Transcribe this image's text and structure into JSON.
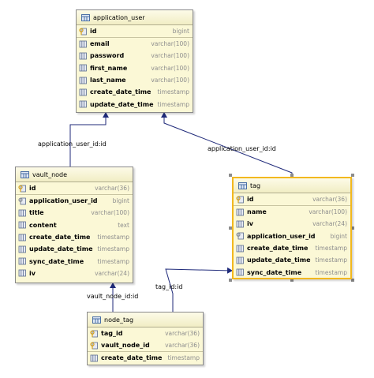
{
  "tables": {
    "application_user": {
      "name": "application_user",
      "pk": {
        "name": "id",
        "type": "bigint"
      },
      "columns": [
        {
          "name": "email",
          "type": "varchar(100)"
        },
        {
          "name": "password",
          "type": "varchar(100)"
        },
        {
          "name": "first_name",
          "type": "varchar(100)"
        },
        {
          "name": "last_name",
          "type": "varchar(100)"
        },
        {
          "name": "create_date_time",
          "type": "timestamp"
        },
        {
          "name": "update_date_time",
          "type": "timestamp"
        }
      ]
    },
    "vault_node": {
      "name": "vault_node",
      "pk": {
        "name": "id",
        "type": "varchar(36)"
      },
      "columns": [
        {
          "name": "application_user_id",
          "type": "bigint"
        },
        {
          "name": "title",
          "type": "varchar(100)"
        },
        {
          "name": "content",
          "type": "text"
        },
        {
          "name": "create_date_time",
          "type": "timestamp"
        },
        {
          "name": "update_date_time",
          "type": "timestamp"
        },
        {
          "name": "sync_date_time",
          "type": "timestamp"
        },
        {
          "name": "iv",
          "type": "varchar(24)"
        }
      ]
    },
    "tag": {
      "name": "tag",
      "pk": {
        "name": "id",
        "type": "varchar(36)"
      },
      "columns": [
        {
          "name": "name",
          "type": "varchar(100)"
        },
        {
          "name": "iv",
          "type": "varchar(24)"
        },
        {
          "name": "application_user_id",
          "type": "bigint"
        },
        {
          "name": "create_date_time",
          "type": "timestamp"
        },
        {
          "name": "update_date_time",
          "type": "timestamp"
        },
        {
          "name": "sync_date_time",
          "type": "timestamp"
        }
      ]
    },
    "node_tag": {
      "name": "node_tag",
      "pk_columns": [
        {
          "name": "tag_id",
          "type": "varchar(36)"
        },
        {
          "name": "vault_node_id",
          "type": "varchar(36)"
        }
      ],
      "columns": [
        {
          "name": "create_date_time",
          "type": "timestamp"
        }
      ]
    }
  },
  "relations": {
    "vault_to_user": "application_user_id:id",
    "tag_to_user": "application_user_id:id",
    "nodetag_to_vault": "vault_node_id:id",
    "nodetag_to_tag": "tag_id:id"
  },
  "colors": {
    "entity_bg": "#fbf8d6",
    "edge": "#1f2a7a",
    "selection": "#f2b81e"
  },
  "icons": {
    "table": "table-icon",
    "primary_key": "key-column-icon",
    "foreign_key": "foreign-key-column-icon",
    "column": "column-icon"
  }
}
